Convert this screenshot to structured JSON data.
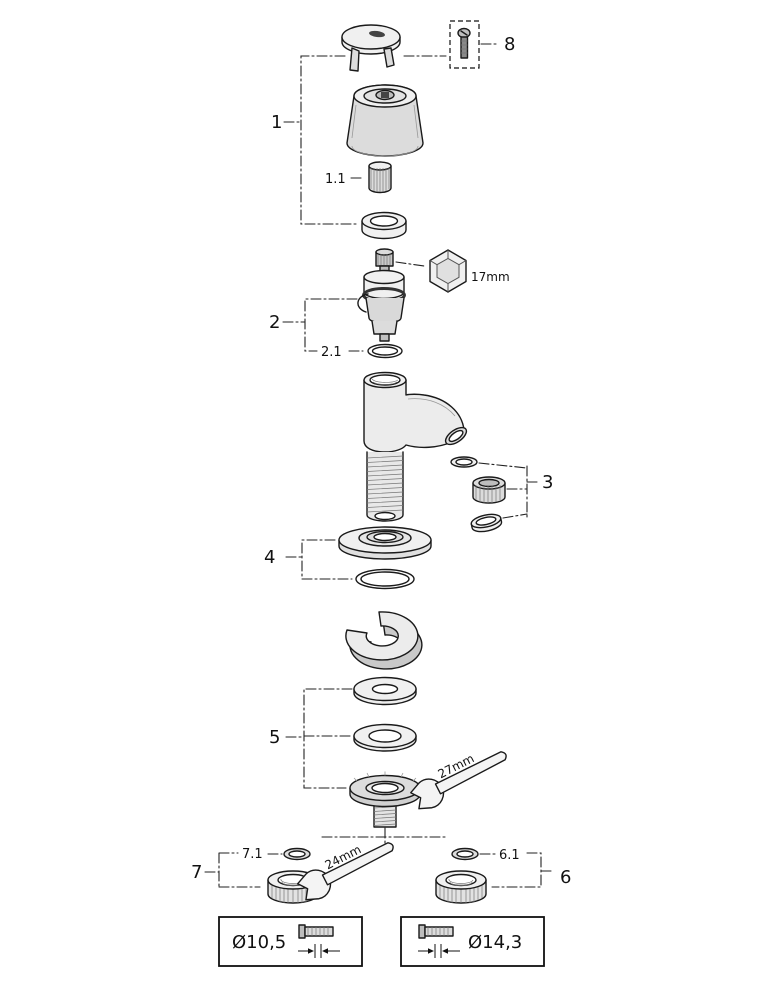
{
  "diagram": {
    "callouts": {
      "c1": "1",
      "c1_1": "1.1",
      "c2": "2",
      "c2_1": "2.1",
      "c3": "3",
      "c4": "4",
      "c5": "5",
      "c6": "6",
      "c6_1": "6.1",
      "c7": "7",
      "c7_1": "7.1",
      "c8": "8"
    },
    "dimensions": {
      "hex_cartridge": "17mm",
      "wrench_mounting_nut": "27mm",
      "wrench_union_nut": "24mm",
      "thread_diameter_small": "Ø10,5",
      "thread_diameter_large": "Ø14,3"
    },
    "colors": {
      "line": "#1a1a1a",
      "fill_light": "#f0f0f0",
      "fill_mid": "#d9d9d9"
    }
  }
}
